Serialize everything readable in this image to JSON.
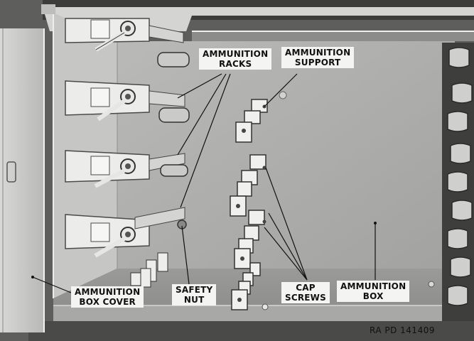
{
  "labels": {
    "ammunition_racks": [
      "AMMUNITION",
      "RACKS"
    ],
    "ammunition_support": [
      "AMMUNITION",
      "SUPPORT"
    ],
    "ammunition_box_cover": [
      "AMMUNITION",
      "BOX COVER"
    ],
    "safety_nut": [
      "SAFETY",
      "NUT"
    ],
    "cap_screws": [
      "CAP",
      "SCREWS"
    ],
    "ammunition_box": [
      "AMMUNITION",
      "BOX"
    ]
  },
  "reference": "RA PD  141409"
}
